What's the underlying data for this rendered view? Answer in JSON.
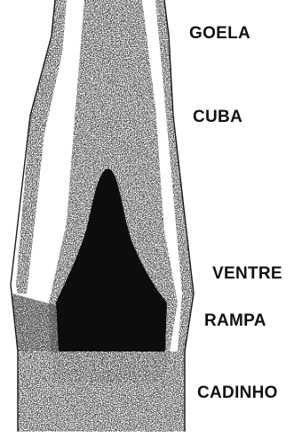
{
  "diagram": {
    "zones": [
      {
        "id": "goela",
        "label": "GOELA"
      },
      {
        "id": "cuba",
        "label": "CUBA"
      },
      {
        "id": "ventre",
        "label": "VENTRE"
      },
      {
        "id": "rampa",
        "label": "RAMPA"
      },
      {
        "id": "cadinho",
        "label": "CADINHO"
      }
    ],
    "colors": {
      "outline": "#1a1a1a",
      "speckle": "#2a2a2a",
      "inner_core": "#0d0d0d",
      "background": "#ffffff"
    }
  }
}
